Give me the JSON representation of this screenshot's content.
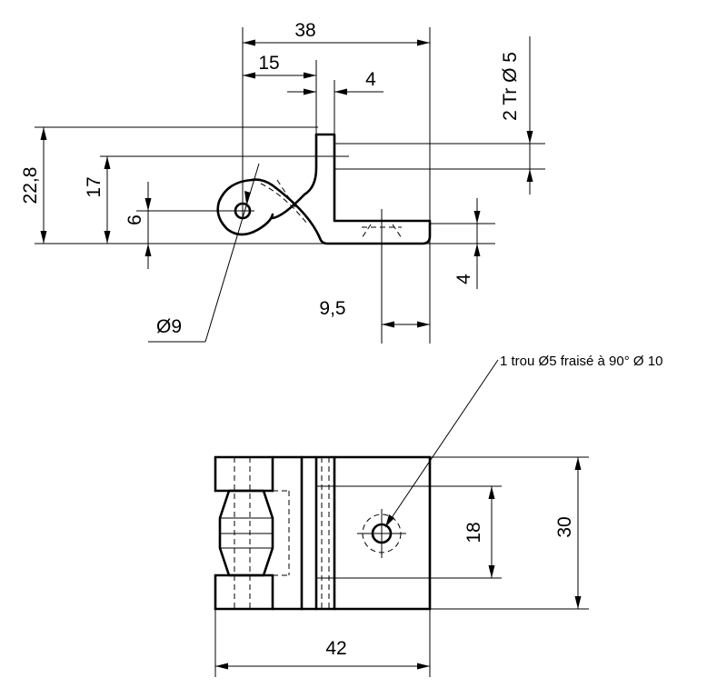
{
  "side_view": {
    "dim_width_total": "38",
    "dim_axis_to_plate": "15",
    "dim_plate_thickness": "4",
    "dim_thread": "2 Tr Ø 5",
    "dim_height_total": "22,8",
    "dim_height_axis_top": "17",
    "dim_axis_height": "6",
    "dim_base_thickness": "4",
    "dim_hole_offset": "9,5",
    "dim_bore": "Ø9"
  },
  "plan_view": {
    "hole_callout": "1 trou Ø5 fraisé à 90° Ø 10",
    "dim_hole_spacing": "18",
    "dim_depth": "30",
    "dim_length": "42"
  }
}
